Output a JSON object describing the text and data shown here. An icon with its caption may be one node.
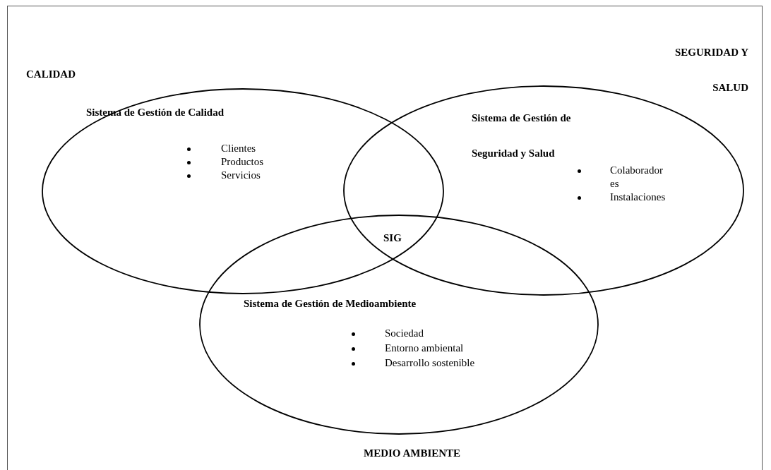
{
  "diagram": {
    "nodes": [
      {
        "text": [
          "CALIDAD",
          "Sistema de Gestión de Calidad",
          "Clientes",
          "Productos",
          "Servicios"
        ]
      },
      {
        "text": [
          "SEGURIDAD Y SALUD",
          "Sistema de Gestión de Seguridad y Salud",
          "Colaboradores",
          "Instalaciones"
        ]
      },
      {
        "text": [
          "MEDIO AMBIENTE",
          "Sistema de Gestión de Medioambiente",
          "Sociedad",
          "Entorno ambiental",
          "Desarrollo sostenible"
        ]
      }
    ],
    "edges": [],
    "labels": [
      "SIG"
    ]
  }
}
